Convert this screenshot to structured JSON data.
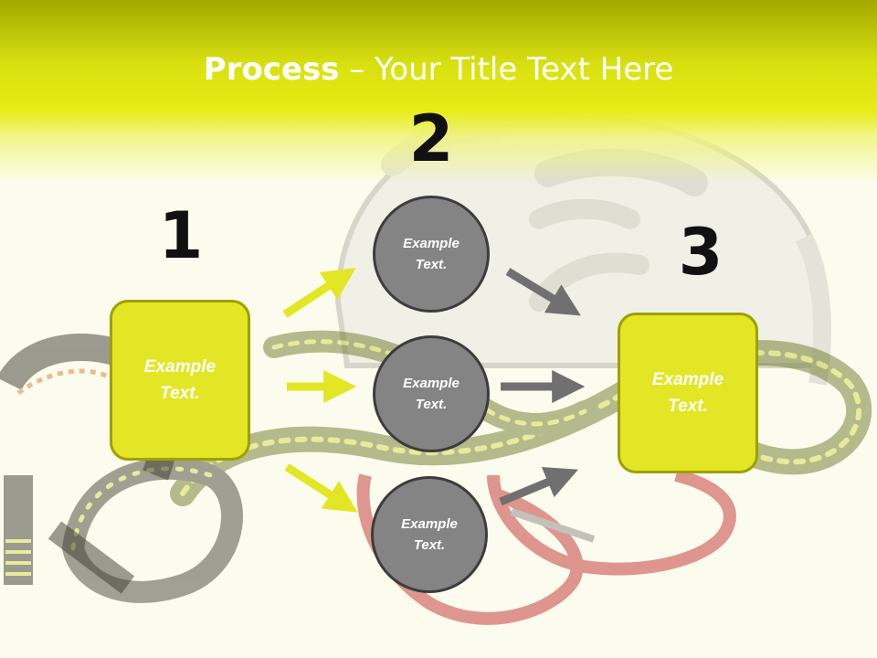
{
  "title": {
    "bold": "Process",
    "rest": " – Your Title Text Here"
  },
  "steps": [
    {
      "number": "1",
      "text_line1": "Example",
      "text_line2": "Text."
    },
    {
      "number": "2"
    },
    {
      "number": "3",
      "text_line1": "Example",
      "text_line2": "Text."
    }
  ],
  "circles": [
    {
      "line1": "Example",
      "line2": "Text."
    },
    {
      "line1": "Example",
      "line2": "Text."
    },
    {
      "line1": "Example",
      "line2": "Text."
    }
  ],
  "colors": {
    "accent": "#e3e624",
    "accent_border": "#9ea000",
    "circle": "#848484",
    "circle_border": "#3c3c3c",
    "arrow_gray": "#707070"
  }
}
